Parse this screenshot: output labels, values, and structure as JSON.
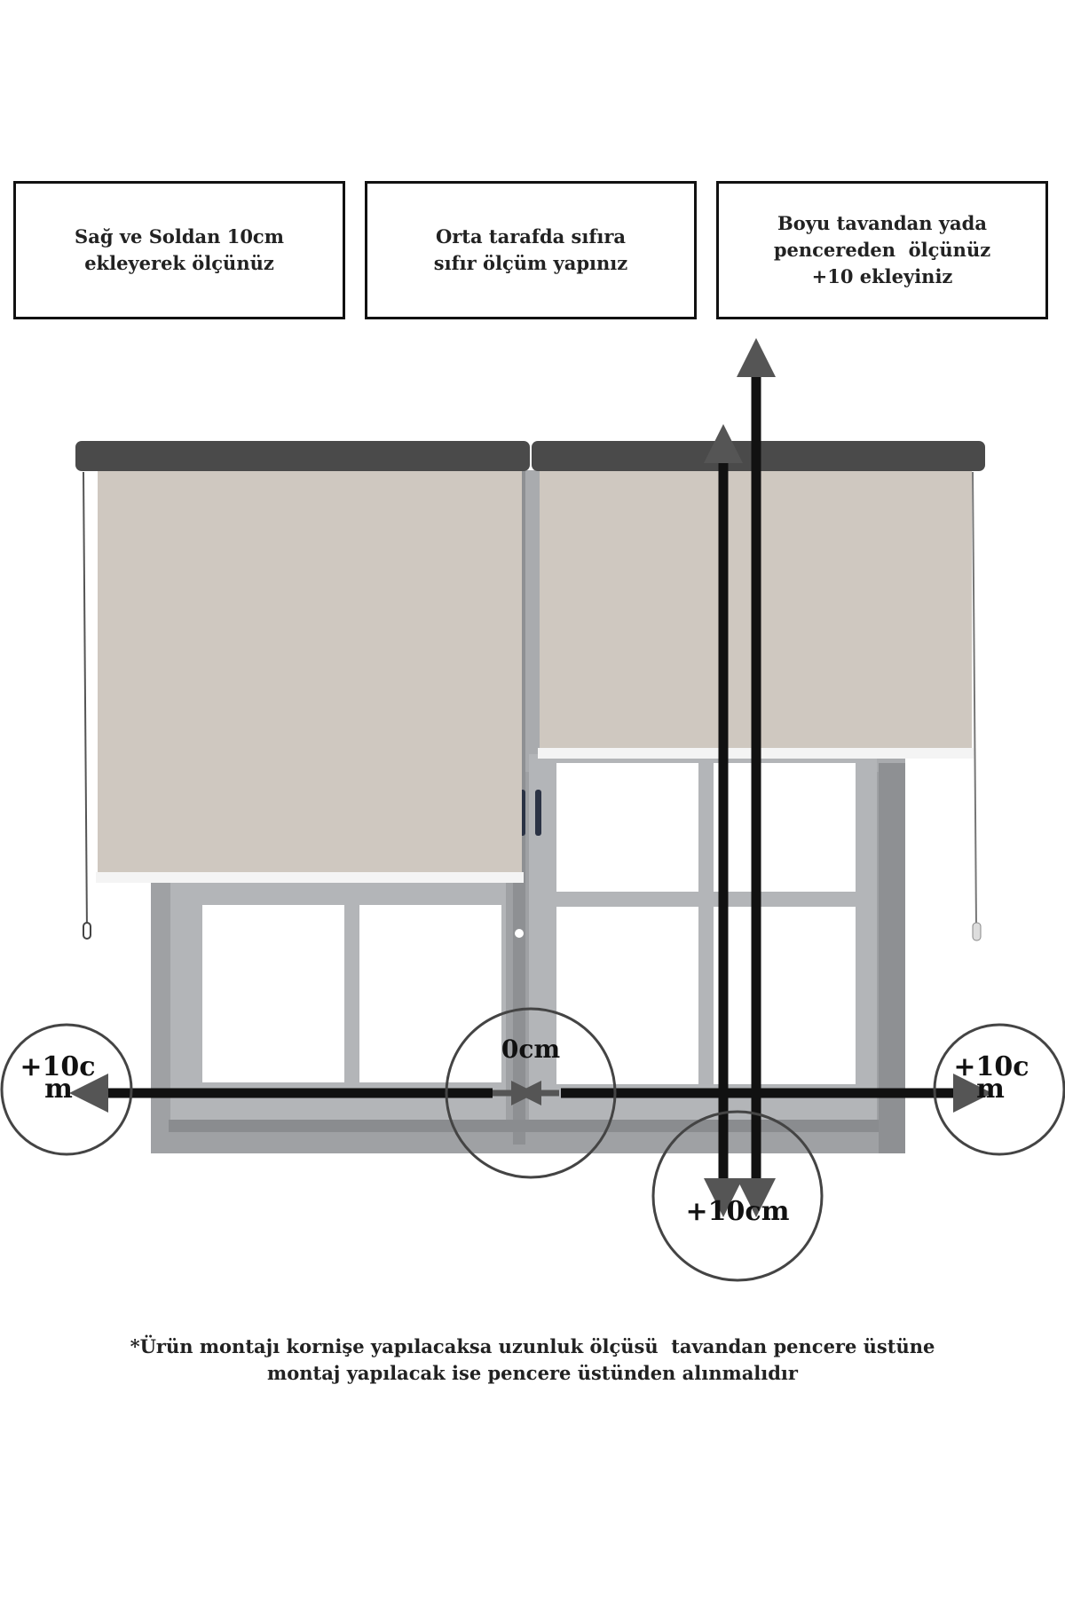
{
  "instructions": {
    "sides": {
      "lines": [
        "Sağ ve Soldan 10cm",
        "ekleyerek ölçünüz"
      ]
    },
    "center": {
      "lines": [
        "Orta tarafda sıfıra",
        "sıfır ölçüm yapınız"
      ]
    },
    "height": {
      "lines": [
        "Boyu tavandan yada",
        "pencereden  ölçünüz",
        "+10 ekleyiniz"
      ]
    }
  },
  "diagram": {
    "left_callout": {
      "line1": "+10c",
      "line2": "m"
    },
    "center_callout": "0cm",
    "right_callout": {
      "line1": "+10c",
      "line2": "m"
    },
    "bottom_callout": "+10cm"
  },
  "footnote": {
    "lines": [
      "*Ürün montajı kornişe yapılacaksa uzunluk ölçüsü  tavandan pencere üstüne",
      "montaj yapılacak ise pencere üstünden alınmalıdır"
    ]
  },
  "colors": {
    "fabric": "#cfc8c0",
    "rail": "#4a4a4a",
    "window_frame": "#a9abae",
    "arrow": "#111111",
    "arrowhead": "#555555"
  }
}
